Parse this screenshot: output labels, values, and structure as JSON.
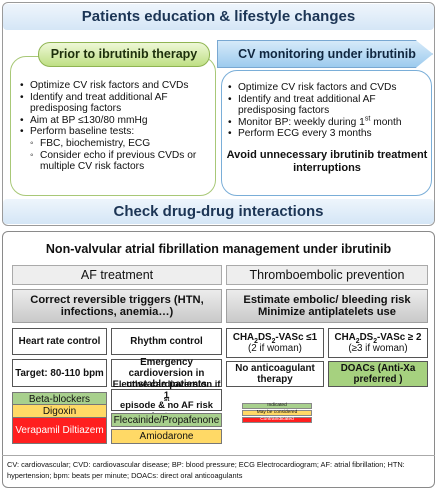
{
  "top": {
    "title": "Patients education & lifestyle changes",
    "prior": {
      "header": "Prior to ibrutinib therapy",
      "items": [
        "Optimize CV risk factors and CVDs",
        "Identify and treat additional AF predisposing factors",
        "Aim at BP ≤130/80 mmHg",
        "Perform baseline tests:",
        "FBC, biochemistry, ECG",
        "Consider echo if previous CVDs or multiple CV risk factors"
      ]
    },
    "cv": {
      "header": "CV monitoring under ibrutinib",
      "items": [
        "Optimize CV risk factors and CVDs",
        "Identify and treat additional AF predisposing factors",
        "Monitor BP: weekly during 1st month",
        "Perform ECG every 3 months"
      ],
      "emphasis": "Avoid unnecessary ibrutinib treatment interruptions"
    },
    "check": "Check drug-drug interactions"
  },
  "bottom": {
    "title": "Non-valvular atrial fibrillation management under ibrutinib",
    "af_header": "AF treatment",
    "thrombo_header": "Thromboembolic prevention",
    "triggers": "Correct reversible triggers (HTN, infections, anemia…)",
    "embolic": "Estimate embolic/ bleeding risk Minimize antiplatelets use",
    "hr_control": "Heart rate control",
    "rhythm_control": "Rhythm control",
    "target": "Target: 80-110 bpm",
    "emergency": "Emergency cardioversion in unstable patients",
    "elective": "Elective cardioversion if 1st episode & no AF risk factors",
    "cha_low": "CHA2DS2-VASc ≤1 (2 if woman)",
    "cha_high": "CHA2DS2-VASc ≥ 2 (≥3 if woman)",
    "no_anticoag": "No anticoagulant therapy",
    "doacs": "DOACs (Anti-Xa preferred )",
    "drugs": {
      "beta": "Beta-blockers",
      "digoxin": "Digoxin",
      "verapamil": "Verapamil Diltiazem",
      "flecainide": "Flecainide/Propafenone",
      "amiodarone": "Amiodarone"
    },
    "legend": {
      "indicated": "Indicated",
      "maybe": "May be considered",
      "contra": "Contraindicated"
    },
    "colors": {
      "indicated": "#a8d08d",
      "maybe": "#ffd966",
      "contra": "#ff1f1f",
      "doacs": "#a6d17f"
    },
    "footnote": "CV: cardiovascular; CVD: cardiovascular disease; BP: blood pressure; ECG Electrocardiogram; AF: atrial fibrillation; HTN: hypertension; bpm: beats per minute; DOACs: direct oral anticoagulants"
  }
}
